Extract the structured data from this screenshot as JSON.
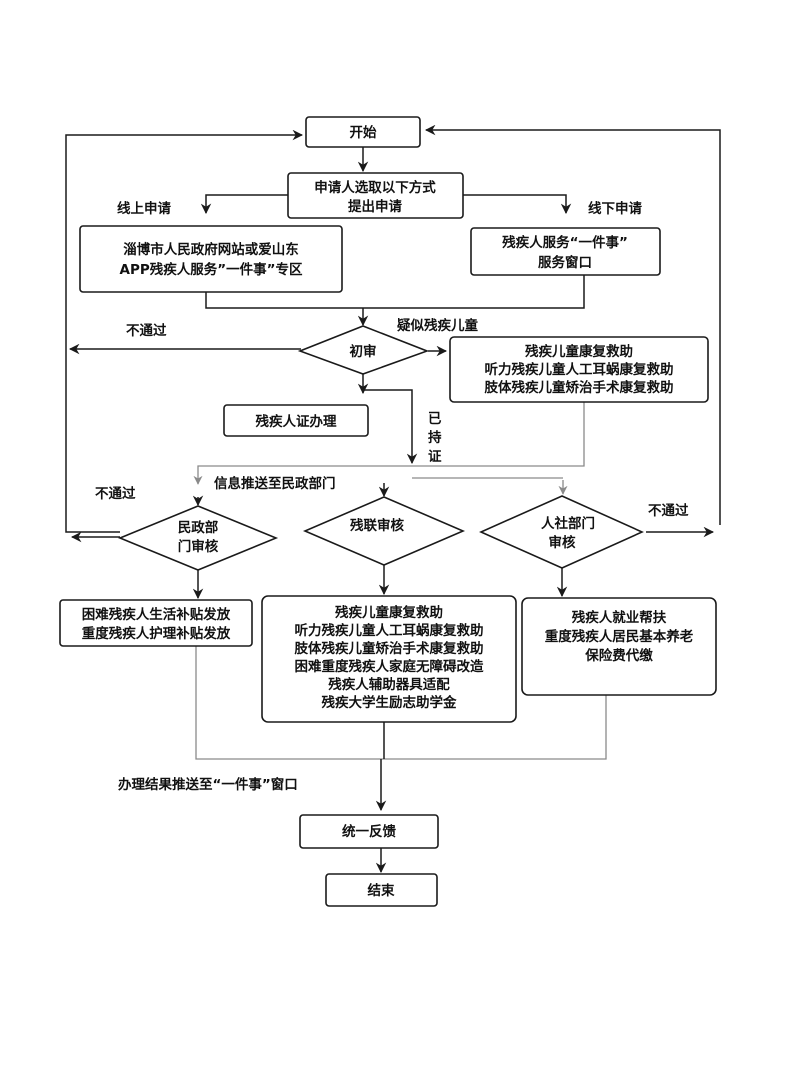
{
  "nodes": {
    "start": "开始",
    "select": [
      "申请人选取以下方式",
      "提出申请"
    ],
    "online_label": "线上申请",
    "offline_label": "线下申请",
    "online_box": [
      "淄博市人民政府网站或爱山东",
      "APP残疾人服务”一件事”专区"
    ],
    "offline_box": [
      "残疾人服务“一件事”",
      "服务窗口"
    ],
    "first_review": "初审",
    "reject_left_top": "不通过",
    "suspected_child": "疑似残疾儿童",
    "child_rehab": [
      "残疾儿童康复救助",
      "听力残疾儿童人工耳蜗康复救助",
      "肢体残疾儿童矫治手术康复救助"
    ],
    "id_card": "残疾人证办理",
    "has_card": [
      "已",
      "持",
      "证"
    ],
    "push_civil": "信息推送至民政部门",
    "reject_left_mid": "不通过",
    "reject_right": "不通过",
    "civil_review": [
      "民政部",
      "门审核"
    ],
    "dpf_review": "残联审核",
    "hr_review": [
      "人社部门",
      "审核"
    ],
    "civil_result": [
      "困难残疾人生活补贴发放",
      "重度残疾人护理补贴发放"
    ],
    "dpf_result": [
      "残疾儿童康复救助",
      "听力残疾儿童人工耳蜗康复救助",
      "肢体残疾儿童矫治手术康复救助",
      "困难重度残疾人家庭无障碍改造",
      "残疾人辅助器具适配",
      "残疾大学生励志助学金"
    ],
    "hr_result": [
      "残疾人就业帮扶",
      "重度残疾人居民基本养老",
      "保险费代缴"
    ],
    "push_result": "办理结果推送至“一件事”窗口",
    "feedback": "统一反馈",
    "end": "结束"
  }
}
